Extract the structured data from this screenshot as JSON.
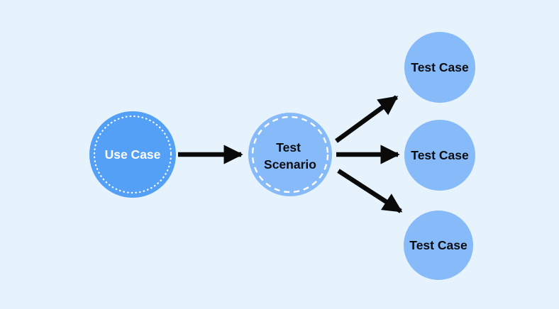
{
  "diagram": {
    "title": "Use Case to Test Scenario to Test Cases flow diagram",
    "nodes": {
      "use_case": {
        "label": "Use Case"
      },
      "test_scenario": {
        "label_line1": "Test",
        "label_line2": "Scenario"
      },
      "test_case_top": {
        "label": "Test Case"
      },
      "test_case_middle": {
        "label": "Test Case"
      },
      "test_case_bottom": {
        "label": "Test Case"
      }
    },
    "colors": {
      "background": "#e6f2fc",
      "node_primary_fill": "#54a0f6",
      "node_secondary_fill": "#87baf8",
      "ring_stroke": "#ffffff",
      "arrow": "#0a0a0a",
      "label_light": "#ffffff",
      "label_dark": "#0b0d11"
    }
  }
}
